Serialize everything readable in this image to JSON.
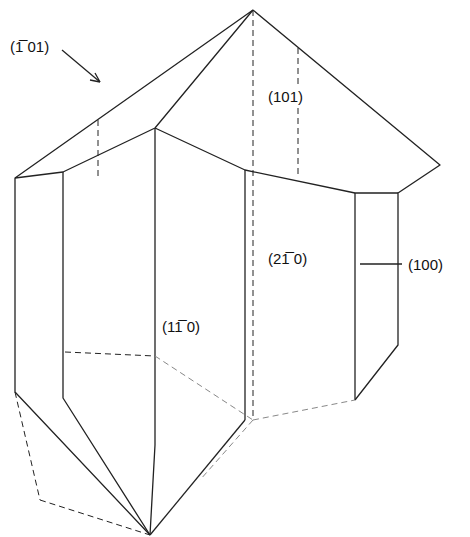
{
  "diagram": {
    "labels": [
      "(1̅ 01)",
      "(101)",
      "(21̅ 0)",
      "(11̅ 0)",
      "(100)"
    ]
  }
}
